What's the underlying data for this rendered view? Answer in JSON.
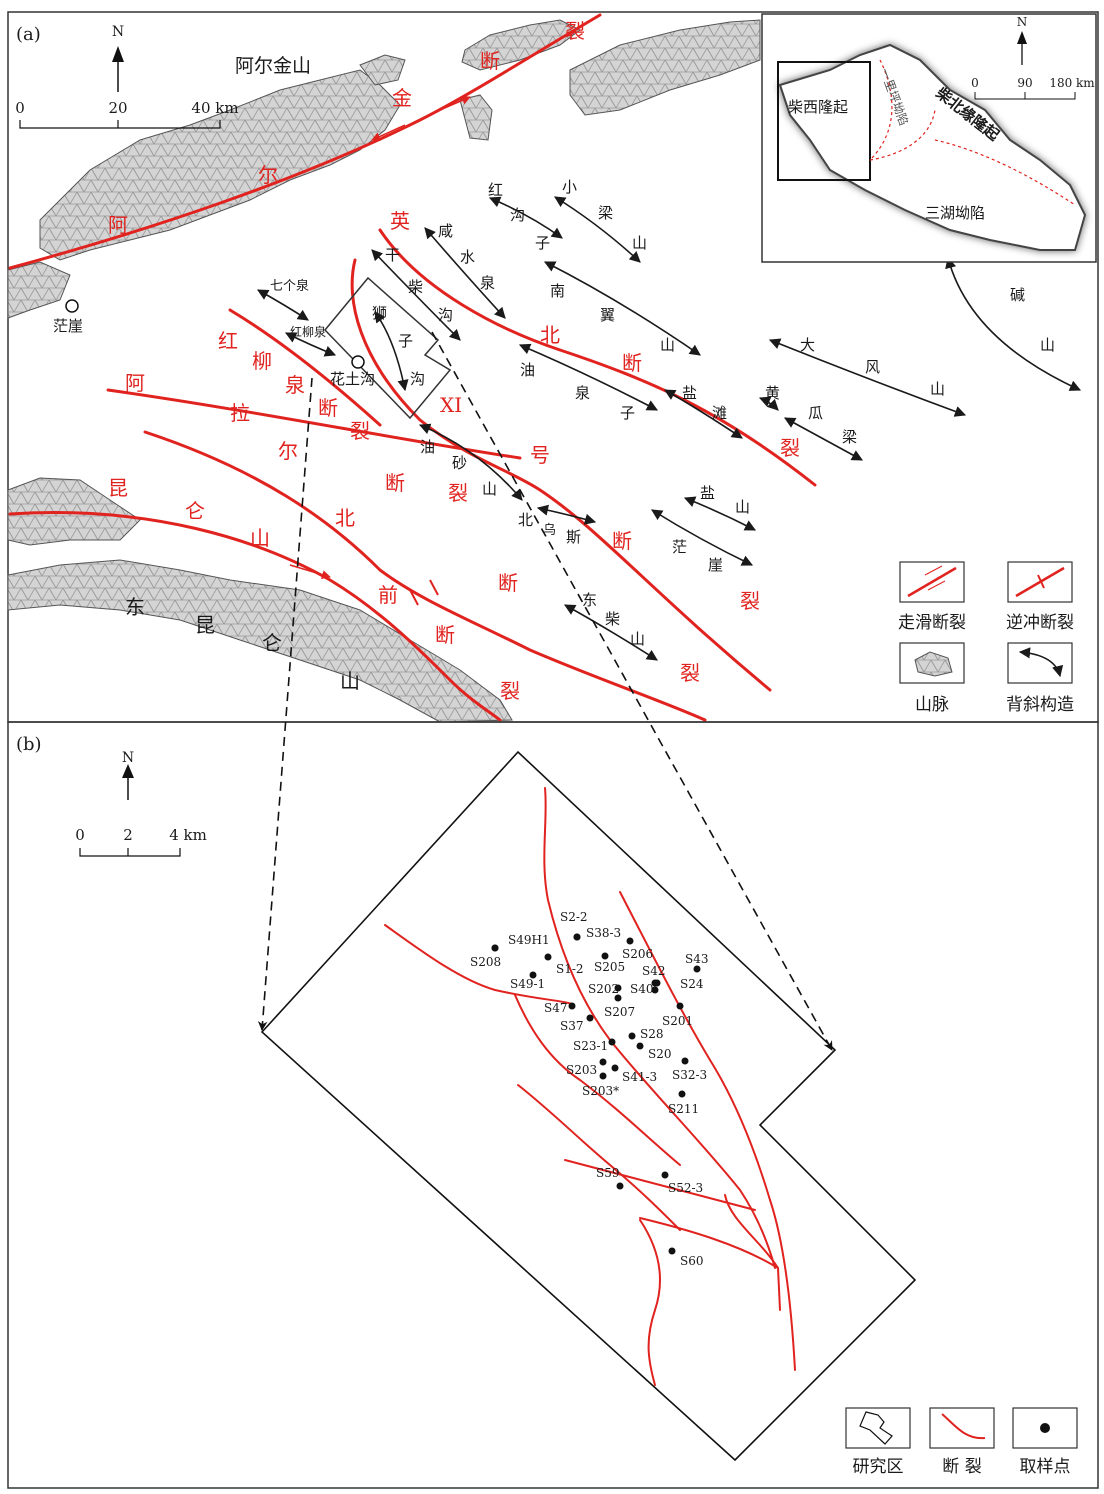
{
  "panel_a": {
    "label": "(a)",
    "north": "N",
    "scale": {
      "ticks": [
        "0",
        "20",
        "40 km"
      ]
    },
    "place_labels": [
      "阿尔金山",
      "茫崖",
      "花土沟",
      "东",
      "昆",
      "仑",
      "山"
    ],
    "fault_labels": [
      "阿",
      "尔",
      "金",
      "断",
      "裂",
      "英",
      "北",
      "断",
      "裂",
      "XI",
      "号",
      "断",
      "裂",
      "红",
      "柳",
      "泉",
      "断",
      "裂",
      "阿",
      "拉",
      "尔",
      "断",
      "裂",
      "昆",
      "仑",
      "山",
      "北",
      "断",
      "前",
      "断",
      "裂",
      "裂"
    ],
    "anticline_labels": [
      "七个泉",
      "红柳泉",
      "狮",
      "子",
      "沟",
      "干",
      "柴",
      "沟",
      "咸",
      "水",
      "泉",
      "红",
      "沟",
      "子",
      "小",
      "梁",
      "山",
      "南",
      "翼",
      "山",
      "油",
      "泉",
      "子",
      "盐",
      "滩",
      "黄",
      "瓜",
      "梁",
      "大",
      "风",
      "山",
      "碱",
      "山",
      "油",
      "砂",
      "山",
      "北",
      "乌",
      "斯",
      "盐",
      "山",
      "茫",
      "崖",
      "东",
      "柴",
      "山"
    ],
    "inset": {
      "north": "N",
      "scale": {
        "ticks": [
          "0",
          "90",
          "180 km"
        ]
      },
      "labels": [
        "柴西隆起",
        "一里坪坳陷",
        "柴北缘隆起",
        "三湖坳陷"
      ]
    },
    "legend": [
      {
        "label": "走滑断裂",
        "icon": "strike-slip-fault-icon"
      },
      {
        "label": "逆冲断裂",
        "icon": "thrust-fault-icon"
      },
      {
        "label": "山脉",
        "icon": "mountain-pattern-icon"
      },
      {
        "label": "背斜构造",
        "icon": "anticline-arrow-icon"
      }
    ]
  },
  "panel_b": {
    "label": "(b)",
    "north": "N",
    "scale": {
      "ticks": [
        "0",
        "2",
        "4 km"
      ]
    },
    "samples": [
      "S2-2",
      "S38-3",
      "S49H1",
      "S206",
      "S208",
      "S1-2",
      "S205",
      "S43",
      "S42",
      "S24",
      "S49-1",
      "S202",
      "S40",
      "S47",
      "S207",
      "S201",
      "S37",
      "S28",
      "S23-1",
      "S20",
      "S203",
      "S41-3",
      "S32-3",
      "S203*",
      "S211",
      "S59",
      "S52-3",
      "S60"
    ],
    "legend": [
      {
        "label": "研究区",
        "icon": "study-area-icon"
      },
      {
        "label": "断 裂",
        "icon": "fault-line-icon"
      },
      {
        "label": "取样点",
        "icon": "sample-point-icon"
      }
    ]
  },
  "colors": {
    "fault": "#e0231f",
    "text": "#1a1a1a",
    "mountain_stroke": "#555555"
  }
}
